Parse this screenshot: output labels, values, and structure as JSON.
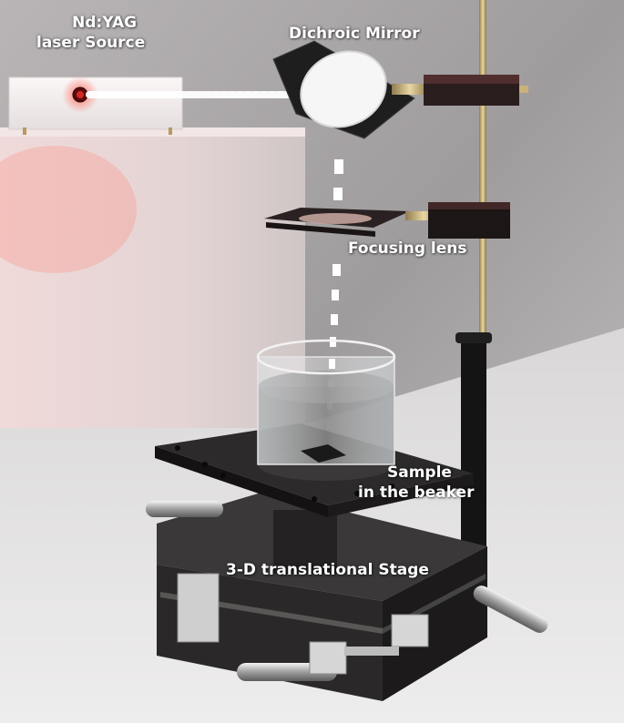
{
  "labels": {
    "laser_source_line1": "Nd:YAG",
    "laser_source_line2": "laser  Source",
    "dichroic_mirror": "Dichroic Mirror",
    "focusing_lens": "Focusing lens",
    "sample_line1": "Sample",
    "sample_line2": "in the beaker",
    "stage": "3-D translational Stage"
  },
  "colors": {
    "label_text": "#ffffff",
    "beam": "#ffffff",
    "stage_body": "#2b2b2b",
    "brass_rod": "#c9b27a",
    "laser_glow": "#ff5a4a"
  }
}
